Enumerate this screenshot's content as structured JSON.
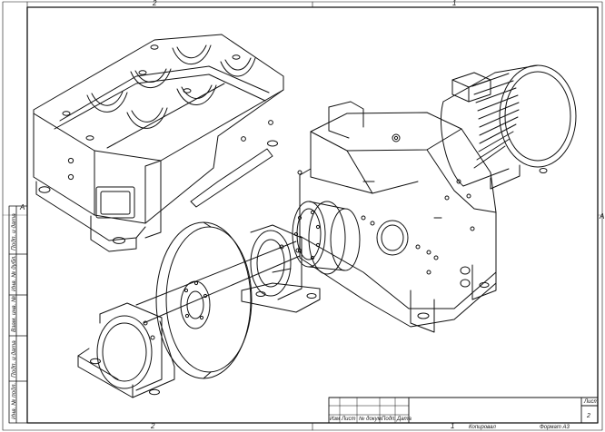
{
  "sheet": {
    "top_zones": [
      "2",
      "1"
    ],
    "bottom_zones": [
      "2",
      "1"
    ],
    "left_zone": "A",
    "right_zone": "A",
    "side_stamp_labels": [
      "Инв. № подл.",
      "Подп. и дата",
      "Взам. инв. №",
      "Инв. № дубл.",
      "Подп. и дата"
    ]
  },
  "title_block": {
    "header_labels": [
      "Изм",
      "Лист",
      "№ докум.",
      "Подп.",
      "Дата"
    ],
    "sheet_label": "Лист",
    "sheet_number": "2",
    "copied_label": "Копировал",
    "format_label": "Формат А3"
  },
  "colors": {
    "ink": "#111111",
    "paper": "#ffffff"
  }
}
